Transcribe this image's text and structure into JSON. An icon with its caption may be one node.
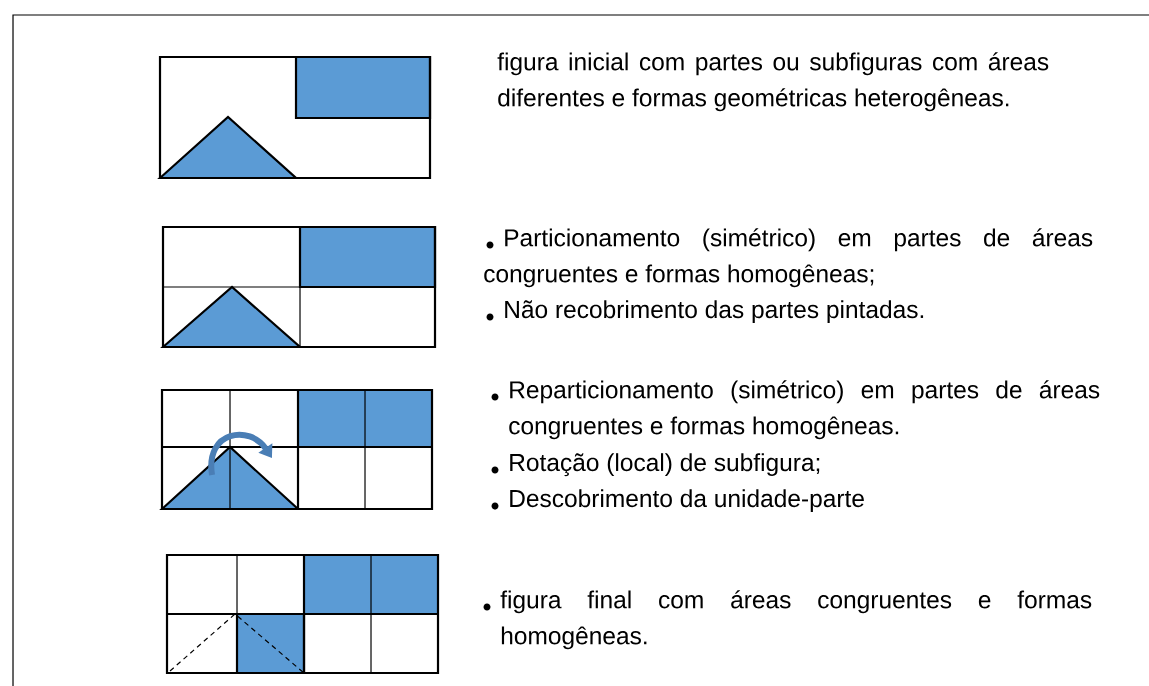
{
  "diagram": {
    "labels": [
      "figura inicial com partes ou subfiguras com áreas diferentes e formas geométricas heterogêneas.",
      "Particionamento (simétrico) em partes de áreas congruentes e formas homogêneas;",
      "Não recobrimento das partes pintadas.",
      "Reparticionamento (simétrico) em partes de áreas congruentes e formas homogêneas.",
      "Rotação (local) de subfigura;",
      "Descobrimento da unidade-parte",
      "figura final com áreas congruentes e formas homogêneas."
    ]
  }
}
